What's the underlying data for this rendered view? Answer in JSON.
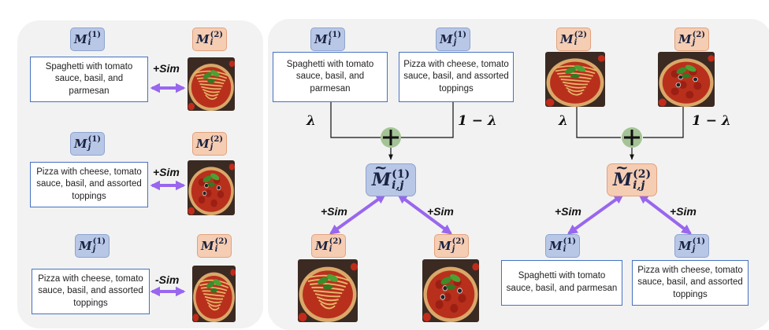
{
  "texts": {
    "spaghetti": "Spaghetti with tomato sauce, basil, and parmesan",
    "pizza": "Pizza with cheese, tomato sauce, basil, and assorted toppings"
  },
  "sim": {
    "pos": "+Sim",
    "neg": "-Sim"
  },
  "lambda": {
    "l": "λ",
    "one_minus": "1 − λ"
  },
  "badges": {
    "M": "M",
    "i": "i",
    "j": "j",
    "ij": "i,j",
    "sup1": "(1)",
    "sup2": "(2)"
  },
  "colors": {
    "text_badge": "#b8c7e6",
    "image_badge": "#f5cdb3",
    "arrow": "#9966ee",
    "plus_circle": "#a5c496",
    "box_border": "#4472c4"
  }
}
